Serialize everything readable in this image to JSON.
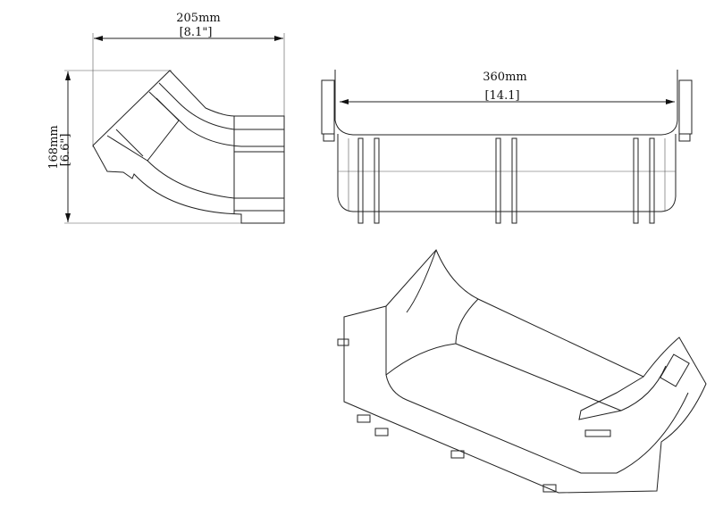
{
  "top_view": {
    "width_mm": "205mm",
    "width_in": "[8.1\"]",
    "height_mm": "168mm",
    "height_in": "[6.6\"]"
  },
  "front_view": {
    "width_mm": "360mm",
    "width_in": "[14.1]"
  },
  "colors": {
    "line": "#222222",
    "background": "#ffffff"
  }
}
